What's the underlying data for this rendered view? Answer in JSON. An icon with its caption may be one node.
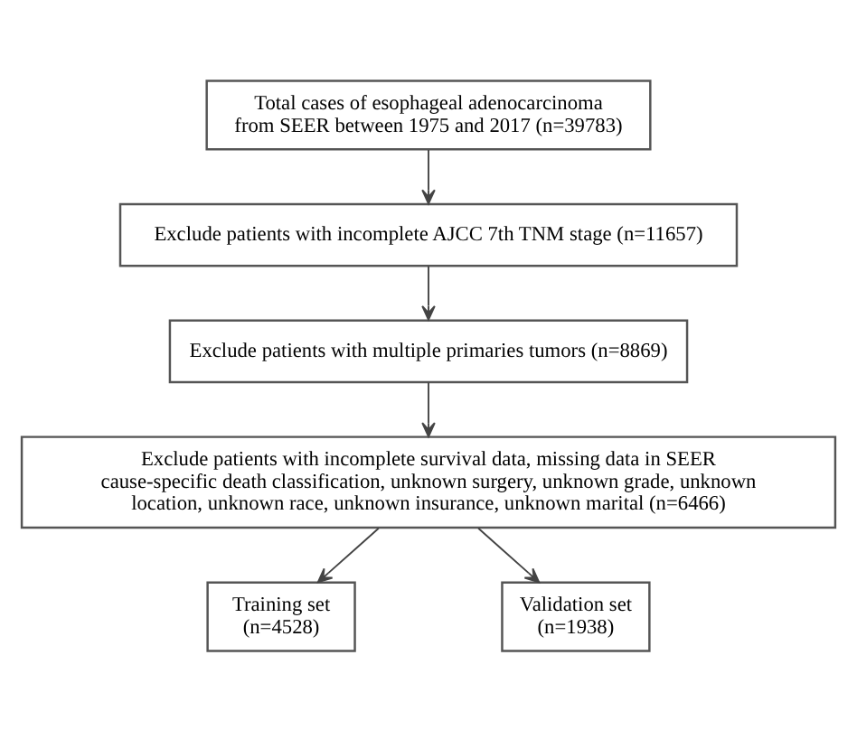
{
  "diagram": {
    "nodes": [
      {
        "text": [
          "Total cases of esophageal adenocarcinoma from SEER between 1975 and 2017 (n=39783)"
        ]
      },
      {
        "text": [
          "Exclude patients with incomplete AJCC 7th TNM stage (n=11657)"
        ]
      },
      {
        "text": [
          "Exclude patients with multiple primaries tumors (n=8869)"
        ]
      },
      {
        "text": [
          "Exclude patients with incomplete survival data, missing data in SEER cause-specific death classification, unknown surgery, unknown grade, unknown location, unknown race, unknown insurance, unknown marital (n=6466)"
        ]
      },
      {
        "text": [
          "Training set (n=4528)"
        ]
      },
      {
        "text": [
          "Validation set (n=1938)"
        ]
      }
    ],
    "edges": [
      {
        "from": 0,
        "to": 1,
        "arrow": "to"
      },
      {
        "from": 1,
        "to": 2,
        "arrow": "to"
      },
      {
        "from": 2,
        "to": 3,
        "arrow": "to"
      },
      {
        "from": 3,
        "to": 4,
        "arrow": "to"
      },
      {
        "from": 3,
        "to": 5,
        "arrow": "to"
      }
    ]
  }
}
